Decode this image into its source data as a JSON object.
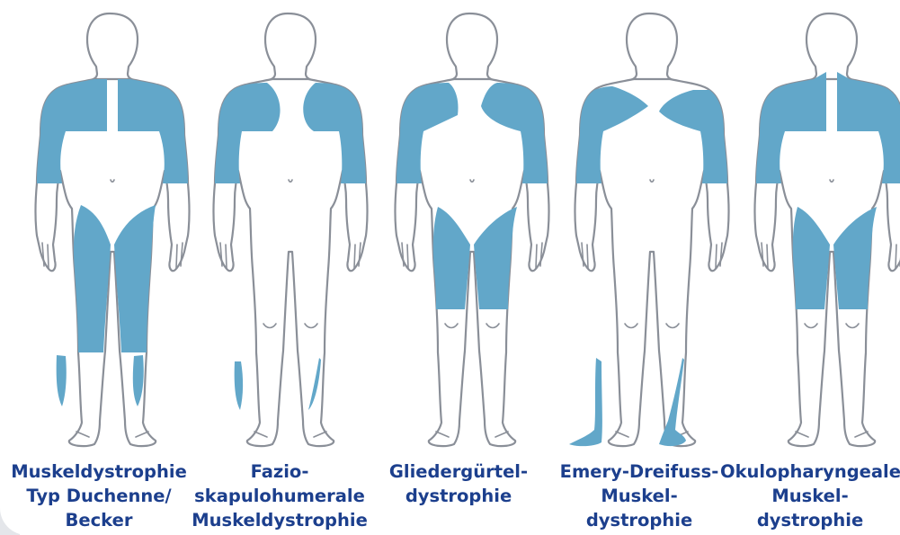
{
  "colors": {
    "affected_muscle": "#62a7c9",
    "outline": "#8a8f98",
    "label_text": "#1c3f8d",
    "background": "#ffffff"
  },
  "figures": [
    {
      "id": "duchenne",
      "label": "Muskeldystrophie\nTyp Duchenne/\nBecker"
    },
    {
      "id": "fsh",
      "label": "Fazio-\nskapulohumerale\nMuskeldystrophie"
    },
    {
      "id": "limb-girdle",
      "label": "Gliedergürtel-\ndystrophie"
    },
    {
      "id": "emery-dreifuss",
      "label": "Emery-Dreifuss-\nMuskel-\ndystrophie"
    },
    {
      "id": "oculopharyngeal",
      "label": "Okulopharyngeale\nMuskel-\ndystrophie"
    }
  ]
}
